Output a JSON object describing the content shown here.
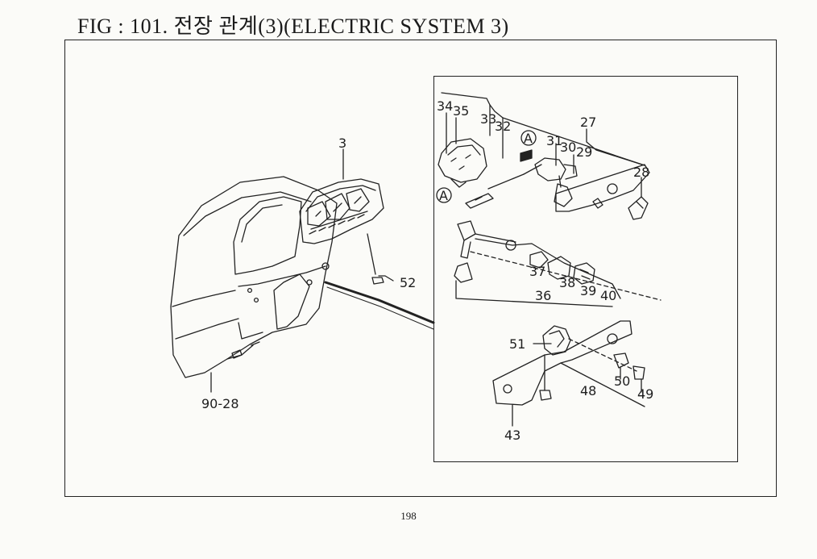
{
  "figure": {
    "title": "FIG : 101. 전장 관계(3)(ELECTRIC SYSTEM 3)",
    "page_number": "198"
  },
  "callouts": {
    "c3": "3",
    "c27": "27",
    "c28": "28",
    "c29": "29",
    "c30": "30",
    "c31": "31",
    "c32": "32",
    "c33": "33",
    "c34": "34",
    "c35": "35",
    "c36": "36",
    "c37": "37",
    "c38": "38",
    "c39": "39",
    "c40": "40",
    "c43": "43",
    "c48": "48",
    "c49": "49",
    "c50": "50",
    "c51": "51",
    "c52": "52",
    "c9028": "90-28",
    "viewA1": "A",
    "viewA2": "A"
  }
}
